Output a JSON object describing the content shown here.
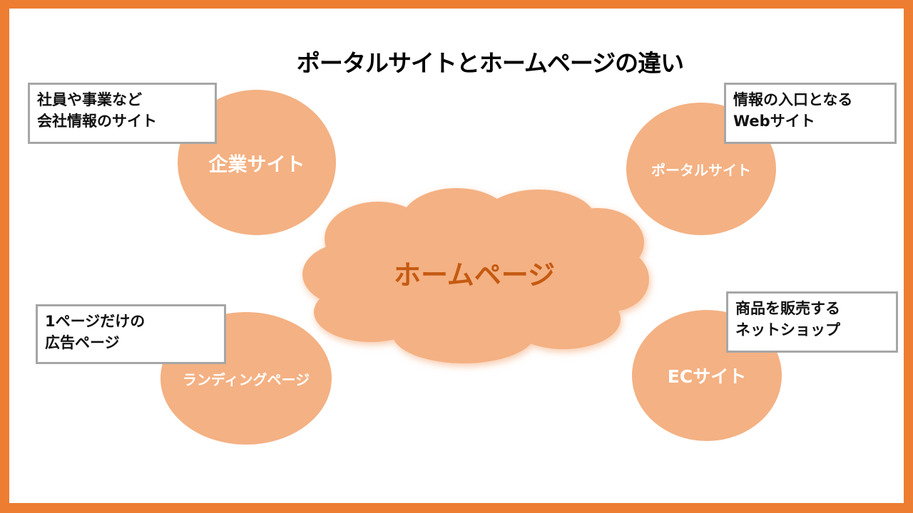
{
  "title": "ポータルサイトとホームページの違い",
  "center": {
    "label": "ホームページ"
  },
  "nodes": {
    "corporate": {
      "label": "企業サイト",
      "desc": [
        "社員や事業など",
        "会社情報のサイト"
      ]
    },
    "portal": {
      "label": "ポータルサイト",
      "desc": [
        "情報の入口となる",
        "Webサイト"
      ]
    },
    "landing": {
      "label": "ランディングページ",
      "desc": [
        "1ページだけの",
        "広告ページ"
      ]
    },
    "ec": {
      "label": "ECサイト",
      "desc": [
        "商品を販売する",
        "ネットショップ"
      ]
    }
  },
  "colors": {
    "border": "#ED7D31",
    "fill": "#F4B183",
    "center_text": "#C55A11",
    "box_border": "#A6A6A6"
  }
}
